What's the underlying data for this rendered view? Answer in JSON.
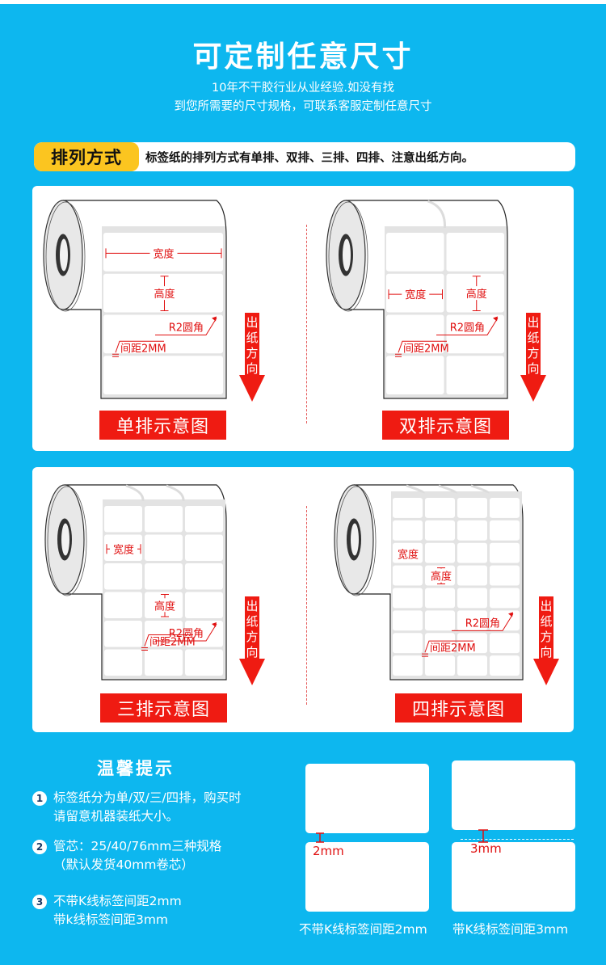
{
  "header": {
    "title": "可定制任意尺寸",
    "subtitle_line1": "10年不干胶行业从业经验.如没有找",
    "subtitle_line2": "到您所需要的尺寸规格，可联系客服定制任意尺寸"
  },
  "banner": {
    "tag": "排列方式",
    "text": "标签纸的排列方式有单排、双排、三排、四排、注意出纸方向。"
  },
  "diagrams": [
    {
      "caption": "单排示意图",
      "columns": 1
    },
    {
      "caption": "双排示意图",
      "columns": 2
    },
    {
      "caption": "三排示意图",
      "columns": 3
    },
    {
      "caption": "四排示意图",
      "columns": 4
    }
  ],
  "annotations": {
    "width": "宽度",
    "height": "高度",
    "corner": "R2圆角",
    "gap": "间距2MM",
    "direction": "出纸方向"
  },
  "tips": {
    "title": "温馨提示",
    "items": [
      {
        "num": "1",
        "line1": "标签纸分为单/双/三/四排，购买时",
        "line2": "请留意机器装纸大小。"
      },
      {
        "num": "2",
        "line1": "管芯：25/40/76mm三种规格",
        "line2": "（默认发货40mm卷芯）"
      },
      {
        "num": "3",
        "line1": " 不带K线标签间距2mm",
        "line2": " 带k线标签间距3mm"
      }
    ]
  },
  "samples": {
    "no_kline": {
      "gap_label": "2mm",
      "caption": "不带K线标签间距2mm"
    },
    "kline": {
      "gap_label": "3mm",
      "caption": "带K线标签间距3mm"
    }
  },
  "colors": {
    "background": "#0db7ef",
    "accent_yellow": "#fbc520",
    "accent_red": "#ef1b12",
    "panel": "#ffffff"
  }
}
